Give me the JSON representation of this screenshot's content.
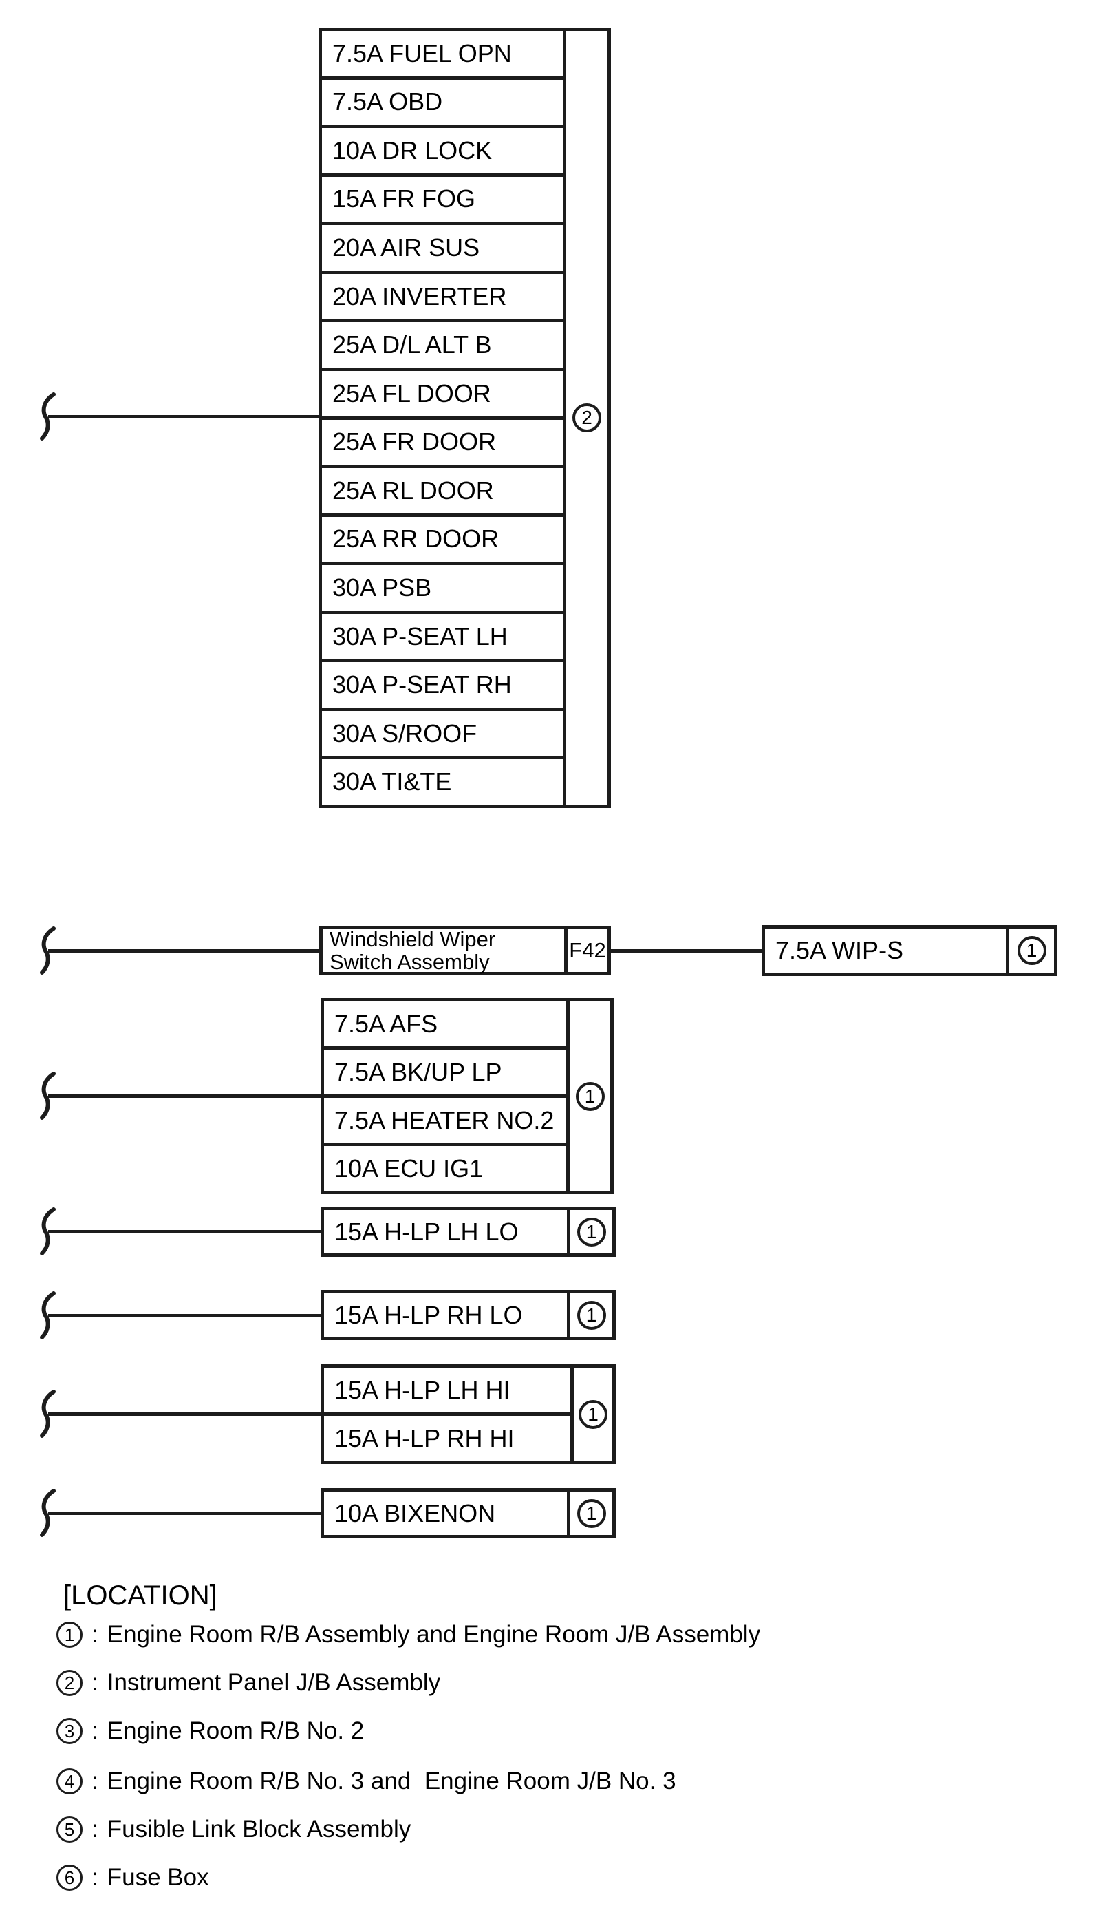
{
  "diagram": {
    "top_group": {
      "location_ref": "2",
      "fuses": [
        "7.5A FUEL OPN",
        "7.5A OBD",
        "10A DR LOCK",
        "15A FR FOG",
        "20A AIR SUS",
        "20A INVERTER",
        "25A D/L ALT B",
        "25A FL DOOR",
        "25A FR DOOR",
        "25A RL DOOR",
        "25A RR DOOR",
        "30A PSB",
        "30A P-SEAT LH",
        "30A P-SEAT RH",
        "30A S/ROOF",
        "30A TI&TE"
      ]
    },
    "wiper_row": {
      "component": "Windshield Wiper Switch Assembly",
      "connector": "F42",
      "fuse": "7.5A WIP-S",
      "location_ref": "1"
    },
    "ig_group": {
      "location_ref": "1",
      "fuses": [
        "7.5A AFS",
        "7.5A BK/UP LP",
        "7.5A HEATER NO.2",
        "10A ECU IG1"
      ]
    },
    "hlp_lh_lo": {
      "fuse": "15A H-LP LH LO",
      "location_ref": "1"
    },
    "hlp_rh_lo": {
      "fuse": "15A H-LP RH LO",
      "location_ref": "1"
    },
    "hlp_hi_group": {
      "location_ref": "1",
      "fuses": [
        "15A H-LP LH HI",
        "15A H-LP RH HI"
      ]
    },
    "bixenon": {
      "fuse": "10A BIXENON",
      "location_ref": "1"
    }
  },
  "legend": {
    "title": "[LOCATION]",
    "separator": ":",
    "items": [
      {
        "num": "1",
        "text": "Engine Room R/B Assembly and Engine Room J/B Assembly"
      },
      {
        "num": "2",
        "text": "Instrument Panel J/B Assembly"
      },
      {
        "num": "3",
        "text": "Engine Room R/B No. 2"
      },
      {
        "num": "4",
        "text": "Engine Room R/B No. 3 and  Engine Room J/B No. 3"
      },
      {
        "num": "5",
        "text": "Fusible Link Block Assembly"
      },
      {
        "num": "6",
        "text": "Fuse Box"
      }
    ]
  }
}
